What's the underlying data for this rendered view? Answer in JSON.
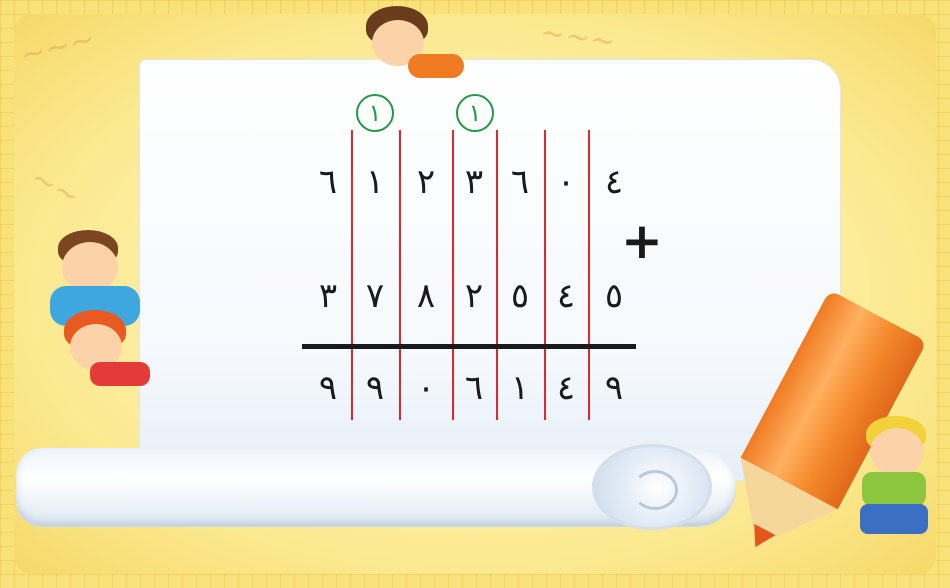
{
  "problem": {
    "operator": "+",
    "carries": [
      "١",
      "١"
    ],
    "rows": [
      [
        "٦",
        "١",
        "٢",
        "٣",
        "٦",
        "٠",
        "٤"
      ],
      [
        "٣",
        "٧",
        "٨",
        "٢",
        "٥",
        "٤",
        "٥"
      ],
      [
        "٩",
        "٩",
        "٠",
        "٦",
        "١",
        "٤",
        "٩"
      ]
    ]
  },
  "colors": {
    "column_lines": "#e02828",
    "carry_circle": "#1f9b48",
    "digits": "#1a1a1a"
  }
}
